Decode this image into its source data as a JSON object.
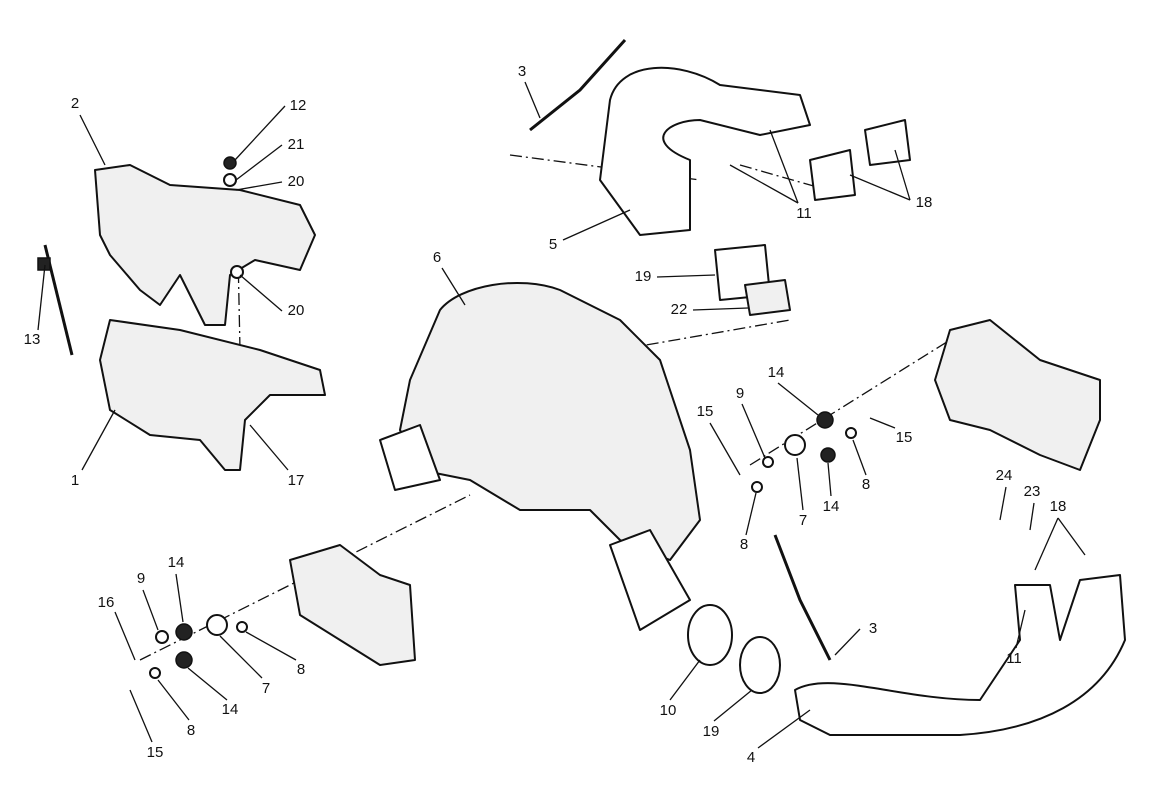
{
  "diagram": {
    "title": "Exhaust system exploded view",
    "callouts": [
      "3",
      "2",
      "12",
      "21",
      "20",
      "11",
      "18",
      "5",
      "19",
      "6",
      "22",
      "20",
      "13",
      "14",
      "9",
      "15",
      "15",
      "1",
      "17",
      "7",
      "14",
      "8",
      "8",
      "24",
      "23",
      "18",
      "14",
      "9",
      "16",
      "3",
      "7",
      "8",
      "11",
      "14",
      "10",
      "19",
      "8",
      "15",
      "4"
    ]
  }
}
